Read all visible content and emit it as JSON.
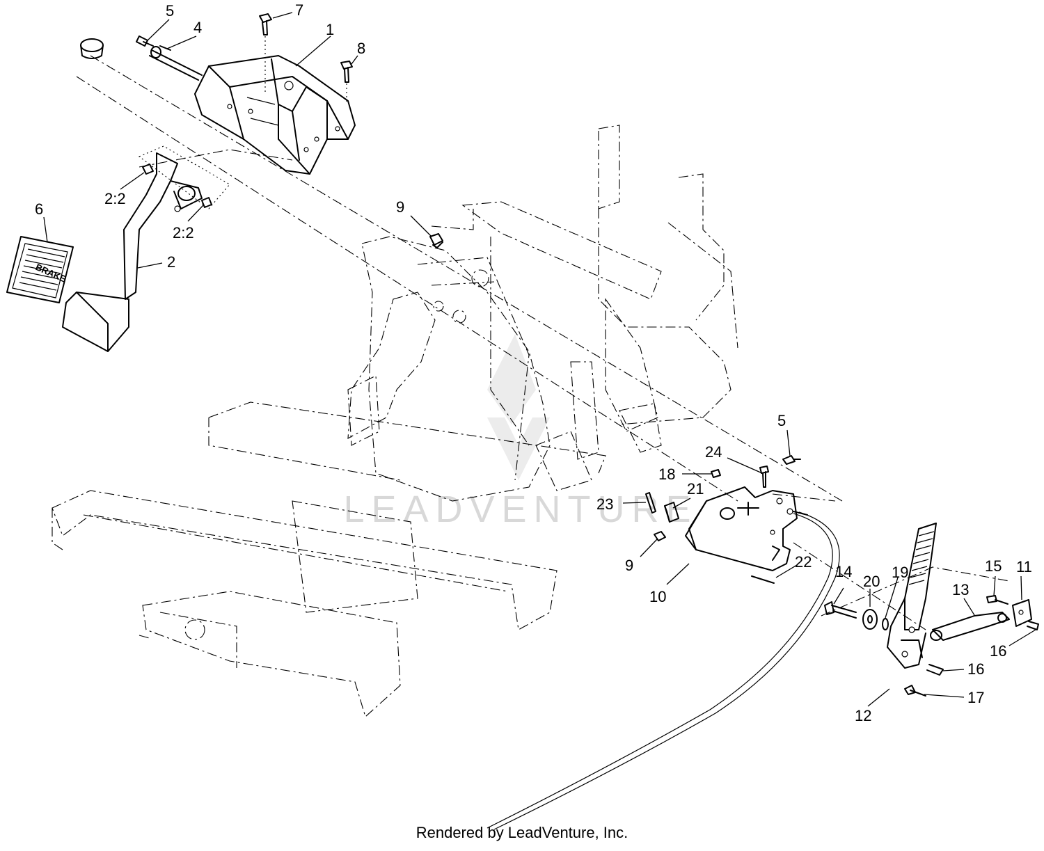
{
  "callouts": [
    {
      "id": "c1",
      "label": "1"
    },
    {
      "id": "c2a",
      "label": "2"
    },
    {
      "id": "c22a",
      "label": "2:2"
    },
    {
      "id": "c22b",
      "label": "2:2"
    },
    {
      "id": "c4",
      "label": "4"
    },
    {
      "id": "c5a",
      "label": "5"
    },
    {
      "id": "c5b",
      "label": "5"
    },
    {
      "id": "c6",
      "label": "6"
    },
    {
      "id": "c7",
      "label": "7"
    },
    {
      "id": "c8",
      "label": "8"
    },
    {
      "id": "c9a",
      "label": "9"
    },
    {
      "id": "c9b",
      "label": "9"
    },
    {
      "id": "c10",
      "label": "10"
    },
    {
      "id": "c11",
      "label": "11"
    },
    {
      "id": "c12",
      "label": "12"
    },
    {
      "id": "c13",
      "label": "13"
    },
    {
      "id": "c14",
      "label": "14"
    },
    {
      "id": "c15",
      "label": "15"
    },
    {
      "id": "c16a",
      "label": "16"
    },
    {
      "id": "c16b",
      "label": "16"
    },
    {
      "id": "c17",
      "label": "17"
    },
    {
      "id": "c18",
      "label": "18"
    },
    {
      "id": "c19",
      "label": "19"
    },
    {
      "id": "c20",
      "label": "20"
    },
    {
      "id": "c21",
      "label": "21"
    },
    {
      "id": "c22",
      "label": "22"
    },
    {
      "id": "c23",
      "label": "23"
    },
    {
      "id": "c24",
      "label": "24"
    }
  ],
  "pedal_pad_text": "BRAKE",
  "watermark_text": "LEADVENTURE",
  "footer_credit": "Rendered by LeadVenture, Inc."
}
